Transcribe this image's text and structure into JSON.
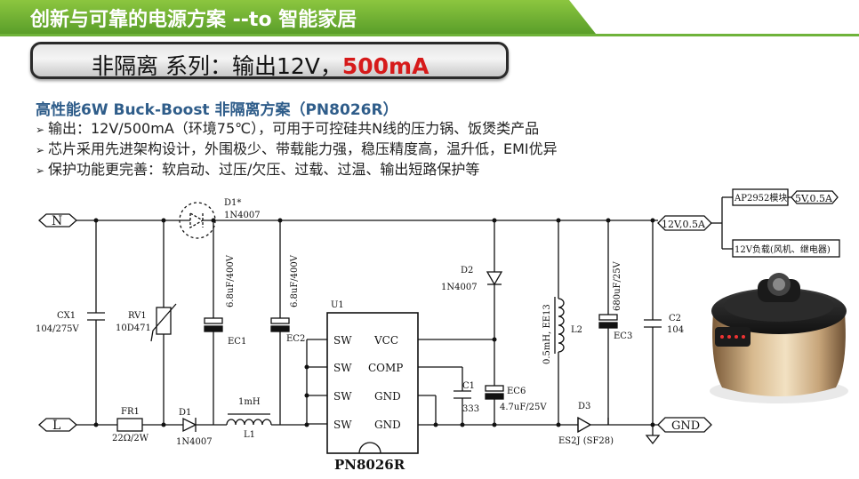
{
  "header": {
    "title": "创新与可靠的电源方案 --to 智能家居"
  },
  "subtitle": {
    "main": "非隔离 系列：输出12V，",
    "accent": "500mA"
  },
  "intro": {
    "title": "高性能6W Buck-Boost 非隔离方案（PN8026R）",
    "bullets": [
      "输出：12V/500mA（环境75℃），可用于可控硅共N线的压力锅、饭煲类产品",
      "芯片采用先进架构设计，外围极少、带载能力强，稳压精度高，温升低，EMI优异",
      "保护功能更完善：软启动、过压/欠压、过载、过温、输出短路保护等"
    ],
    "bullet_mark": "➢"
  },
  "schematic": {
    "nodes": {
      "n": "N",
      "l": "L",
      "out12": "12V,0.5A",
      "gnd": "GND",
      "out5": "5V,0.5A"
    },
    "blocks": {
      "ap2952": "AP2952模块",
      "load": "12V负载(风机、继电器)"
    },
    "components": {
      "cx1": {
        "ref": "CX1",
        "value": "104/275V"
      },
      "rv1": {
        "ref": "RV1",
        "value": "10D471"
      },
      "fr1": {
        "ref": "FR1",
        "value": "22Ω/2W"
      },
      "d1a": {
        "ref": "D1*",
        "value": "1N4007"
      },
      "d1b": {
        "ref": "D1",
        "value": "1N4007"
      },
      "ec1": {
        "ref": "EC1",
        "value": "6.8uF/400V"
      },
      "ec2": {
        "ref": "EC2",
        "value": "6.8uF/400V"
      },
      "l1": {
        "ref": "L1",
        "value": "1mH"
      },
      "u1": {
        "ref": "U1",
        "part": "PN8026R"
      },
      "c1": {
        "ref": "C1",
        "value": "333"
      },
      "ec6": {
        "ref": "EC6",
        "value": "4.7uF/25V"
      },
      "d2": {
        "ref": "D2",
        "value": "1N4007"
      },
      "l2": {
        "ref": "L2",
        "value": "0.5mH, EE13"
      },
      "d3": {
        "ref": "D3",
        "value": "ES2J (SF28)"
      },
      "ec3": {
        "ref": "EC3",
        "value": "680uF/25V"
      },
      "c2": {
        "ref": "C2",
        "value": "104"
      }
    },
    "pins": {
      "left": [
        "SW",
        "SW",
        "SW",
        "SW"
      ],
      "right": [
        "VCC",
        "COMP",
        "GND",
        "GND"
      ]
    }
  },
  "colors": {
    "header_green": "#6fb33a",
    "title_blue": "#2f5d8a",
    "accent_red": "#d61a1a"
  }
}
